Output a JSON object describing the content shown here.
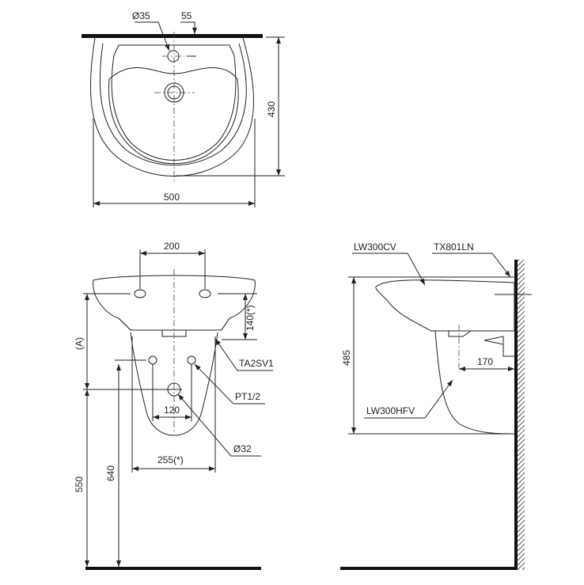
{
  "top_view": {
    "hole_diameter": "Ø35",
    "offset": "55",
    "depth": "430",
    "width": "500"
  },
  "front_view": {
    "tap_spacing": "200",
    "height_a": "(A)",
    "tap_height": "140(*)",
    "bracket": "TA2SV1",
    "supply": "PT1/2",
    "supply_spacing": "120",
    "drain": "Ø32",
    "bracket_spacing": "255(*)",
    "drain_height": "550",
    "supply_height": "640"
  },
  "side_view": {
    "basin_model": "LW300CV",
    "fixing_model": "TX801LN",
    "height": "485",
    "projection": "170",
    "pedestal_model": "LW300HFV"
  }
}
